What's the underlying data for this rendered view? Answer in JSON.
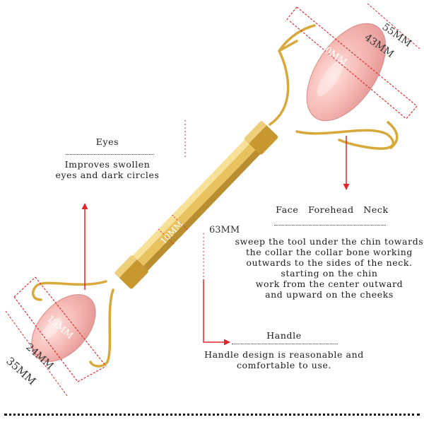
{
  "colors": {
    "rose_quartz": "#f5b5b3",
    "gold": "#d8a93a",
    "arrow_red": "#e0262a",
    "dimension_red": "#e03030"
  },
  "dimensions": {
    "top_outer": "55MM",
    "top_inner": "43MM",
    "top_roller_width": "20MM",
    "handle_width": "10MM",
    "handle_length": "63MM",
    "bottom_roller_width": "19MM",
    "bottom_inner": "24MM",
    "bottom_outer": "35MM"
  },
  "eyes": {
    "title": "Eyes",
    "desc_line1": "Improves swollen",
    "desc_line2": "eyes and dark circles"
  },
  "face": {
    "title": "Face   Forehead   Neck",
    "lines": [
      "sweep the tool under the chin towards",
      "the collar the collar bone working",
      "outwards to the sides of the neck.",
      "starting on the chin",
      "work from the center outward",
      "and upward on the cheeks"
    ]
  },
  "handle": {
    "title": "Handle",
    "desc_line1": "Handle design is reasonable and",
    "desc_line2": "comfortable to use."
  }
}
